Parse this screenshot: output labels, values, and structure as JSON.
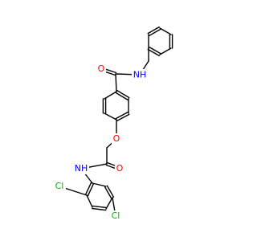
{
  "molecule": {
    "atom_labels": {
      "amide_nh_top": "NH",
      "amide_o_top": "O",
      "ether_o": "O",
      "amide_nh_bottom": "NH",
      "amide_o_bottom": "O",
      "cl_ortho": "Cl",
      "cl_meta": "Cl"
    },
    "colors": {
      "bond": "#000000",
      "nitrogen": "#0000ff",
      "oxygen": "#ff0000",
      "chlorine": "#00b800"
    }
  }
}
